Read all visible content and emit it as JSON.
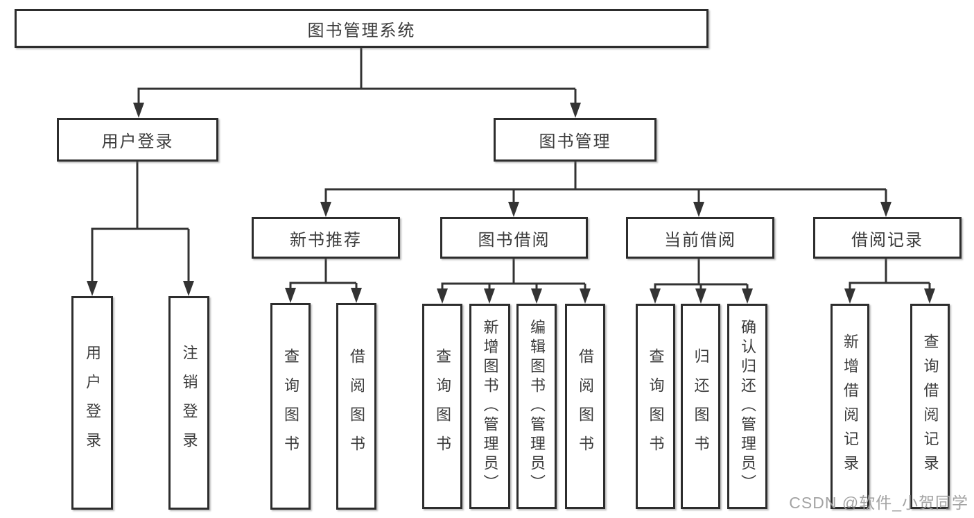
{
  "diagram": {
    "root": {
      "label": "图书管理系统"
    },
    "level1": [
      {
        "label": "用户登录"
      },
      {
        "label": "图书管理"
      }
    ],
    "level2": [
      {
        "label": "新书推荐"
      },
      {
        "label": "图书借阅"
      },
      {
        "label": "当前借阅"
      },
      {
        "label": "借阅记录"
      }
    ],
    "leaves": {
      "user_login": [
        {
          "label": "用户登录"
        },
        {
          "label": "注销登录"
        }
      ],
      "new_book_recommend": [
        {
          "label": "查询图书"
        },
        {
          "label": "借阅图书"
        }
      ],
      "book_borrow": [
        {
          "label": "查询图书"
        },
        {
          "label": "新增图书（管理员）"
        },
        {
          "label": "编辑图书（管理员）"
        },
        {
          "label": "借阅图书"
        }
      ],
      "current_borrow": [
        {
          "label": "查询图书"
        },
        {
          "label": "归还图书"
        },
        {
          "label": "确认归还（管理员）"
        }
      ],
      "borrow_record": [
        {
          "label": "新增借阅记录"
        },
        {
          "label": "查询借阅记录"
        }
      ]
    },
    "watermark": "CSDN @软件_小贺同学",
    "colors": {
      "line": "#333333",
      "box_border": "#2d2d2d",
      "text": "#3c3c3c",
      "watermark": "#9e9e9e",
      "background": "#ffffff"
    }
  }
}
